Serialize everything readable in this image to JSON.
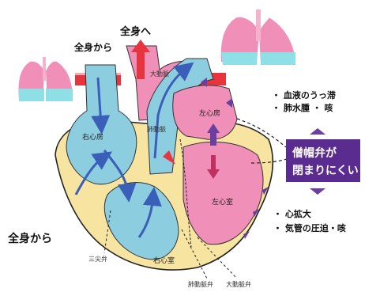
{
  "labels": {
    "to_body": "全身へ",
    "from_body_top": "全身から",
    "from_body_bottom": "全身から",
    "aorta": "大動脈",
    "left_atrium": "左心房",
    "right_atrium": "右心房",
    "pulmonary_artery": "肺動脈",
    "left_ventricle": "左心室",
    "right_ventricle": "右心室",
    "tricuspid_valve": "三尖弁",
    "pulmonary_valve": "肺動脈弁",
    "aortic_valve": "大動脈弁"
  },
  "callout": {
    "line1": "僧帽弁が",
    "line2": "閉まりにくい"
  },
  "effects_upper": [
    "・ 血液のうっ滞",
    "・ 肺水腫 ・ 咳"
  ],
  "effects_lower": [
    "・ 心拡大",
    "・ 気管の圧迫・咳"
  ],
  "colors": {
    "pink": "#f08fb8",
    "blue": "#8ccde0",
    "yellow": "#f7e4a0",
    "purple": "#6a3fa0",
    "red": "#e8343c"
  }
}
